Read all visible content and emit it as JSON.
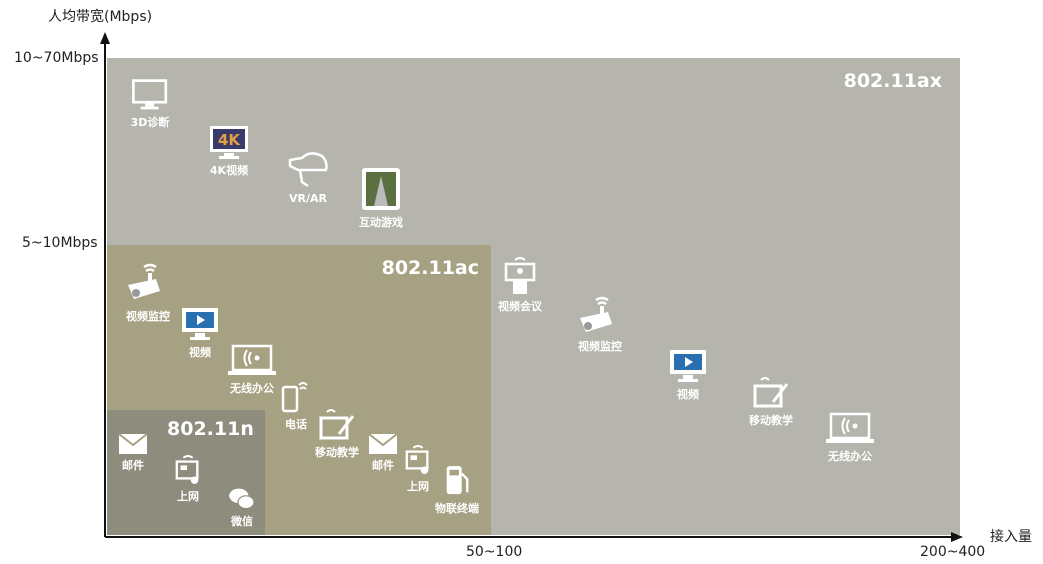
{
  "axes": {
    "y_title": "人均带宽(Mbps)",
    "x_title": "接入量",
    "y_ticks": [
      "10~70Mbps",
      "5~10Mbps"
    ],
    "x_ticks": [
      "50~100",
      "200~400"
    ]
  },
  "zones": {
    "ax": "802.11ax",
    "ac": "802.11ac",
    "n": "802.11n"
  },
  "ax_items": [
    "3D诊断",
    "4K视频",
    "VR/AR",
    "互动游戏",
    "视频会议",
    "视频监控",
    "视频",
    "移动教学",
    "无线办公"
  ],
  "ac_items": [
    "视频监控",
    "视频",
    "无线办公",
    "电话",
    "移动教学",
    "邮件",
    "上网",
    "物联终端"
  ],
  "n_items": [
    "邮件",
    "上网",
    "微信"
  ],
  "colors": {
    "ax": "#b5b5ad",
    "ac": "#a7a184",
    "n": "#8e8c7d"
  }
}
